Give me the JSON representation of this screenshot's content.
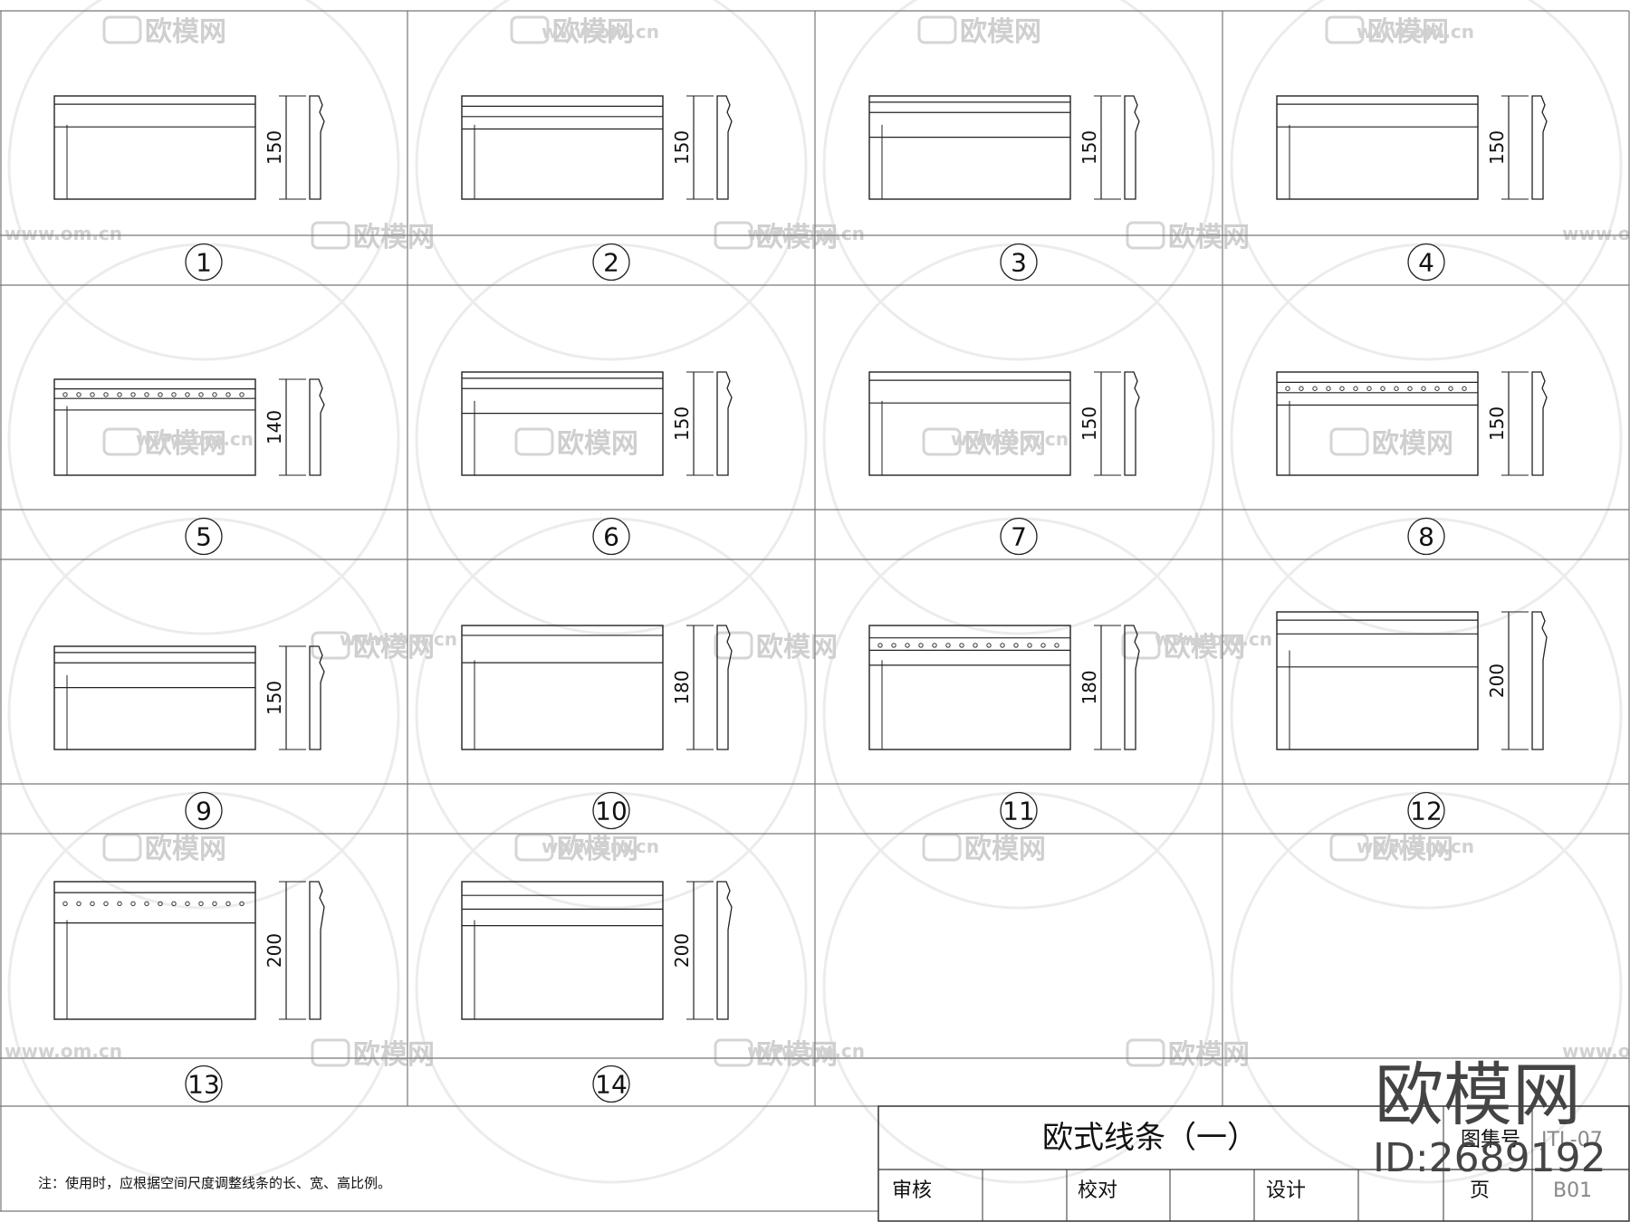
{
  "sheet": {
    "title": "欧式线条（一）",
    "note": "注：使用时，应根据空间尺度调整线条的长、宽、高比例。",
    "title_block": {
      "atlas_label": "图集号",
      "atlas_value": "JTL-07",
      "review_label": "审核",
      "proof_label": "校对",
      "design_label": "设计",
      "page_label": "页",
      "page_value": "B01"
    }
  },
  "items": [
    {
      "number": "1",
      "height": "150"
    },
    {
      "number": "2",
      "height": "150"
    },
    {
      "number": "3",
      "height": "150"
    },
    {
      "number": "4",
      "height": "150"
    },
    {
      "number": "5",
      "height": "140"
    },
    {
      "number": "6",
      "height": "150"
    },
    {
      "number": "7",
      "height": "150"
    },
    {
      "number": "8",
      "height": "150"
    },
    {
      "number": "9",
      "height": "150"
    },
    {
      "number": "10",
      "height": "180"
    },
    {
      "number": "11",
      "height": "180"
    },
    {
      "number": "12",
      "height": "200"
    },
    {
      "number": "13",
      "height": "200"
    },
    {
      "number": "14",
      "height": "200"
    }
  ],
  "watermark": {
    "brand": "欧模网",
    "url": "www.om.cn",
    "id": "ID:2689192"
  }
}
